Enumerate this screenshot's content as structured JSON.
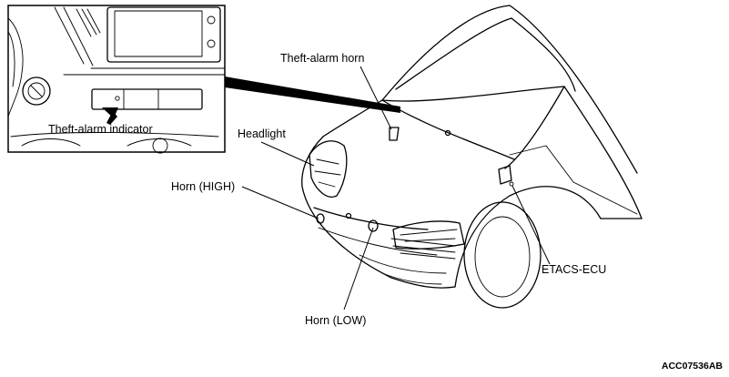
{
  "labels": {
    "theft_alarm_horn": "Theft-alarm horn",
    "headlight": "Headlight",
    "horn_high": "Horn (HIGH)",
    "theft_alarm_indicator": "Theft-alarm indicator",
    "etacs_ecu": "ETACS-ECU",
    "horn_low": "Horn (LOW)"
  },
  "figure_code": "ACC07536AB"
}
